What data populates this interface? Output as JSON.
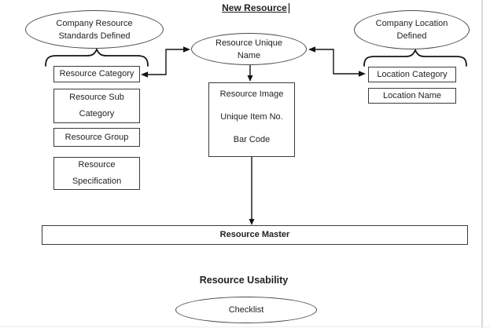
{
  "title": {
    "text": "New Resource"
  },
  "nodes": {
    "company_resource": {
      "lines": [
        "Company Resource",
        "Standards Defined"
      ]
    },
    "resource_unique_name": {
      "lines": [
        "Resource Unique",
        "Name"
      ]
    },
    "company_location": {
      "lines": [
        "Company Location",
        "Defined"
      ]
    },
    "resource_category": {
      "label": "Resource Category"
    },
    "resource_sub_category": {
      "lines": [
        "Resource Sub",
        "Category"
      ]
    },
    "resource_group": {
      "label": "Resource Group"
    },
    "resource_specification": {
      "lines": [
        "Resource",
        "Specification"
      ]
    },
    "resource_details": {
      "lines": [
        "Resource Image",
        "Unique Item No.",
        "Bar Code"
      ]
    },
    "location_category": {
      "label": "Location Category"
    },
    "location_name": {
      "label": "Location Name"
    },
    "resource_master": {
      "label": "Resource Master"
    },
    "resource_usability": {
      "label": "Resource Usability"
    },
    "checklist": {
      "label": "Checklist"
    }
  },
  "colors": {
    "shape_stroke": "#3b3b3b",
    "text": "#1f1f1f",
    "page_edge": "#d9d9d9"
  }
}
